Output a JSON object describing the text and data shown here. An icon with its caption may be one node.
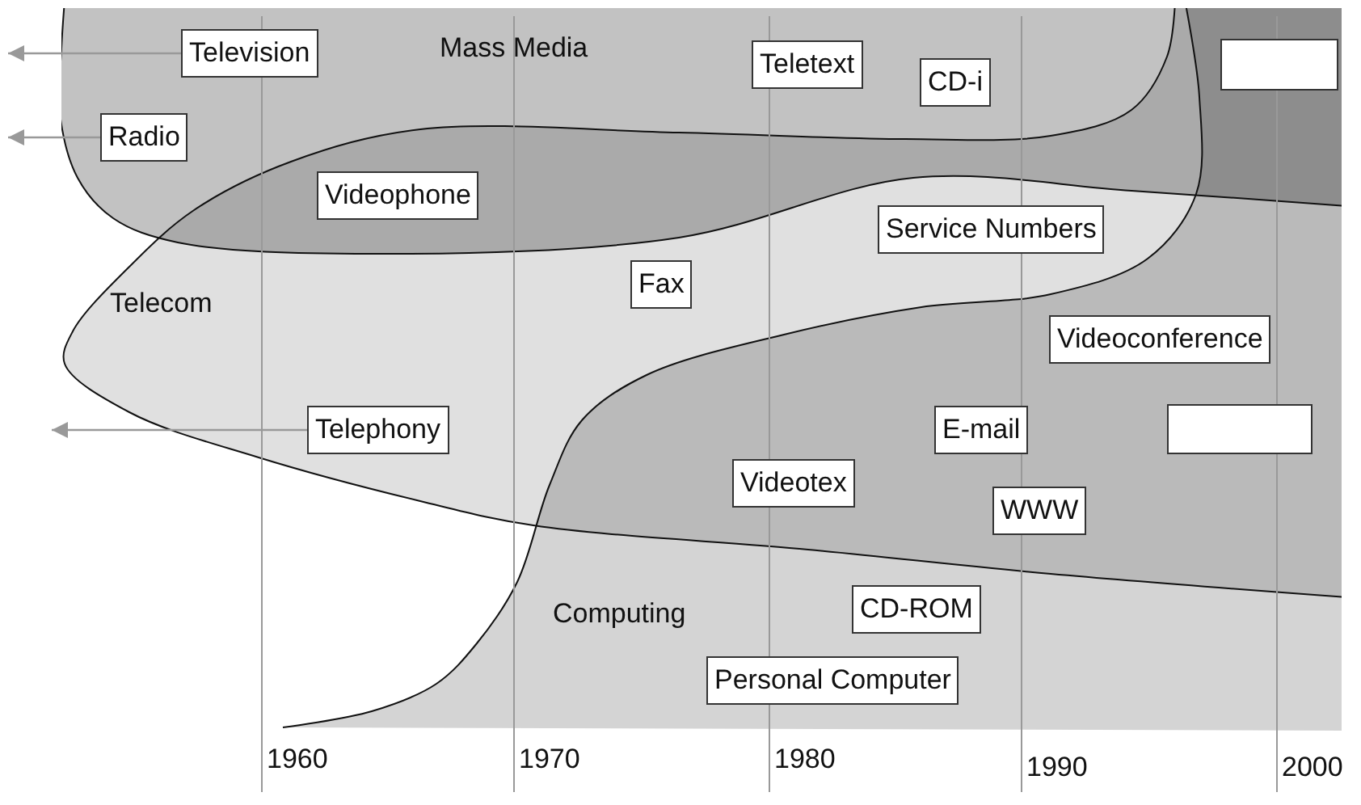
{
  "diagram": {
    "nodes": [
      {
        "text": [
          "Television"
        ]
      },
      {
        "text": [
          "Teletext"
        ]
      },
      {
        "text": [
          "CD-i"
        ]
      },
      {
        "text": [],
        "shape": "box"
      },
      {
        "text": [
          "Radio"
        ]
      },
      {
        "text": [
          "Videophone"
        ]
      },
      {
        "text": [
          "Service Numbers"
        ]
      },
      {
        "text": [
          "Fax"
        ]
      },
      {
        "text": [
          "Videoconference"
        ]
      },
      {
        "text": [
          "Telephony"
        ]
      },
      {
        "text": [
          "E-mail"
        ]
      },
      {
        "text": [],
        "shape": "box"
      },
      {
        "text": [
          "Videotex"
        ]
      },
      {
        "text": [
          "WWW"
        ]
      },
      {
        "text": [
          "CD-ROM"
        ]
      },
      {
        "text": [
          "Personal Computer"
        ]
      }
    ],
    "edges": [
      {
        "from": 0,
        "to": null,
        "arrow": "to"
      },
      {
        "from": 4,
        "to": null,
        "arrow": "to"
      },
      {
        "from": 9,
        "to": null,
        "arrow": "to"
      }
    ],
    "labels": [
      "Mass Media",
      "Telecom",
      "Computing",
      "1960",
      "1970",
      "1980",
      "1990",
      "2000"
    ]
  }
}
